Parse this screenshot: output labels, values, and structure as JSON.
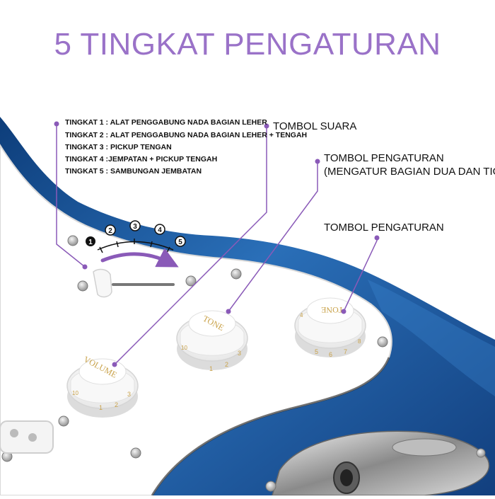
{
  "title": "5 TINGKAT PENGATURAN",
  "levels": [
    "TINGKAT 1 : ALAT PENGGABUNG NADA BAGIAN LEHER",
    "TINGKAT 2 : ALAT PENGGABUNG NADA BAGIAN LEHER + TENGAH",
    "TINGKAT 3 : PICKUP TENGAN",
    "TINGKAT 4 :JEMPATAN + PICKUP TENGAH",
    "TINGKAT 5 : SAMBUNGAN JEMBATAN"
  ],
  "callouts": {
    "volume": "TOMBOL SUARA",
    "tone1_line1": "TOMBOL PENGATURAN",
    "tone1_line2": "(MENGATUR BAGIAN DUA DAN TIGA)",
    "tone2": "TOMBOL PENGATURAN"
  },
  "switch_positions": [
    "1",
    "2",
    "3",
    "4",
    "5"
  ],
  "knobs": {
    "volume": {
      "label": "VOLUME",
      "numbers": [
        "1",
        "2",
        "3"
      ],
      "extra": [
        "10"
      ]
    },
    "tone1": {
      "label": "TONE",
      "numbers": [
        "1",
        "2",
        "3"
      ],
      "extra": [
        "10"
      ]
    },
    "tone2": {
      "label": "TONE",
      "numbers": [
        "5",
        "6",
        "7"
      ],
      "extra": [
        "4",
        "8"
      ]
    }
  },
  "colors": {
    "title": "#9a72c8",
    "accent": "#8a5ab8",
    "body_blue": "#1d5aa0",
    "pickguard": "#ffffff"
  }
}
